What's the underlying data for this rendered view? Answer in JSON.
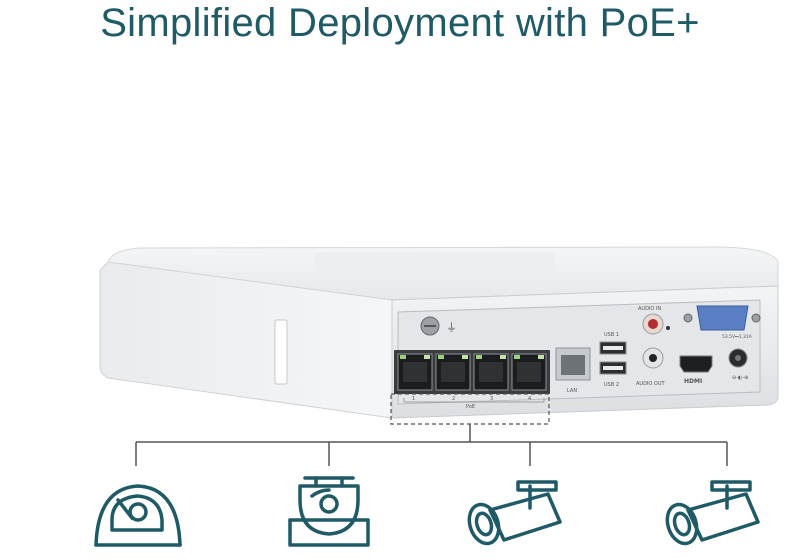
{
  "headline": "Simplified Deployment with PoE+",
  "device": {
    "port_labels": {
      "audio_in": "AUDIO IN",
      "audio_out": "AUDIO OUT",
      "usb1": "USB 1",
      "usb2": "USB 2",
      "lan": "LAN",
      "poe": "PoE",
      "power": "53.5V⎓1.31A",
      "hdmi": "HDMI",
      "poe_numbers": [
        "1",
        "2",
        "3",
        "4"
      ]
    }
  },
  "cameras": [
    {
      "icon": "dome-camera-icon"
    },
    {
      "icon": "vandal-dome-camera-icon"
    },
    {
      "icon": "bullet-camera-icon"
    },
    {
      "icon": "bullet-camera-icon"
    }
  ],
  "colors": {
    "headline": "#1f5a67",
    "line_art": "#1f5a67",
    "connector": "#555555"
  }
}
